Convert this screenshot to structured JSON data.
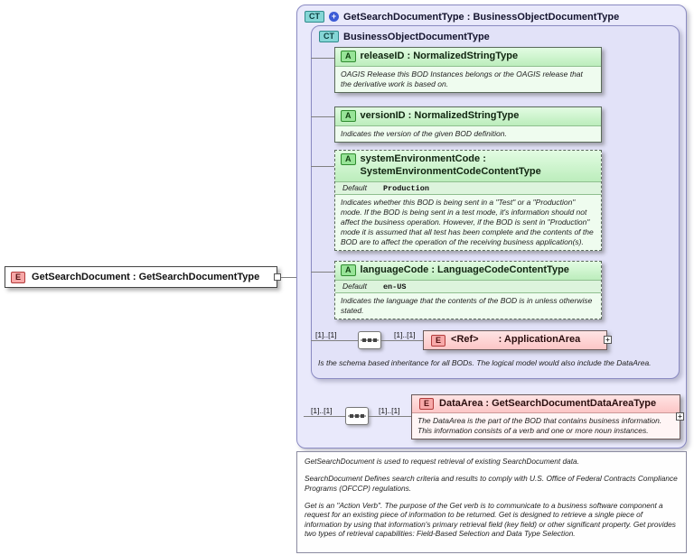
{
  "root": {
    "badge": "E",
    "label": "GetSearchDocument : GetSearchDocumentType"
  },
  "outer": {
    "badge": "CT",
    "derived_indicator": "+",
    "title": "GetSearchDocumentType : BusinessObjectDocumentType"
  },
  "inner": {
    "badge": "CT",
    "title": "BusinessObjectDocumentType",
    "note": "Is the schema based inheritance for all BODs. The logical model would also include the DataArea."
  },
  "attributes": [
    {
      "badge": "A",
      "name": "releaseID : NormalizedStringType",
      "annotation": "OAGIS Release this BOD Instances belongs or the OAGIS release that the derivative work is based on."
    },
    {
      "badge": "A",
      "name": "versionID : NormalizedStringType",
      "annotation": "Indicates the version of the given BOD definition."
    },
    {
      "badge": "A",
      "name": "systemEnvironmentCode : SystemEnvironmentCodeContentType",
      "default_label": "Default",
      "default_value": "Production",
      "annotation": "Indicates whether this BOD is being sent in a \"Test\" or a \"Production\" mode. If the BOD is being sent in a test mode, it's information should not affect the business operation. However, if the BOD is sent in \"Production\" mode it is assumed that all test has been complete and the contents of the BOD are to affect the operation of the receiving business application(s)."
    },
    {
      "badge": "A",
      "name": "languageCode : LanguageCodeContentType",
      "default_label": "Default",
      "default_value": "en-US",
      "annotation": "Indicates the language that the contents of the BOD is in unless otherwise stated."
    }
  ],
  "application_area": {
    "badge": "E",
    "name": "<Ref>",
    "type": ": ApplicationArea",
    "cardinality_left": "[1]..[1]",
    "cardinality_right": "[1]..[1]",
    "expander": "+"
  },
  "data_area": {
    "badge": "E",
    "title": "DataArea : GetSearchDocumentDataAreaType",
    "annotation": "The DataArea is the part of the BOD that contains business information. This information consists of a verb and one or more noun instances.",
    "cardinality_left": "[1]..[1]",
    "cardinality_right": "[1]..[1]",
    "expander": "+"
  },
  "documentation": {
    "paragraphs": [
      "GetSearchDocument is used to request retrieval of existing SearchDocument data.",
      "SearchDocument  Defines search criteria and results to comply with U.S. Office of Federal Contracts Compliance Programs (OFCCP) regulations.",
      "Get is an \"Action Verb\". The purpose of the Get verb is to communicate to a business software component a request for an existing piece of information to be returned. Get is designed to retrieve a single piece of information by using that information's primary retrieval field (key field) or other significant property. Get provides two types of retrieval capabilities: Field-Based Selection and Data Type Selection."
    ]
  },
  "colors": {
    "complex_type_fill": "#E9E9FB",
    "attribute_fill": "#CDEFCD",
    "element_fill": "#FCC6C6",
    "badge_element": "#F7A8A8",
    "badge_attribute": "#97E497",
    "badge_complex_type": "#85D6D6"
  }
}
